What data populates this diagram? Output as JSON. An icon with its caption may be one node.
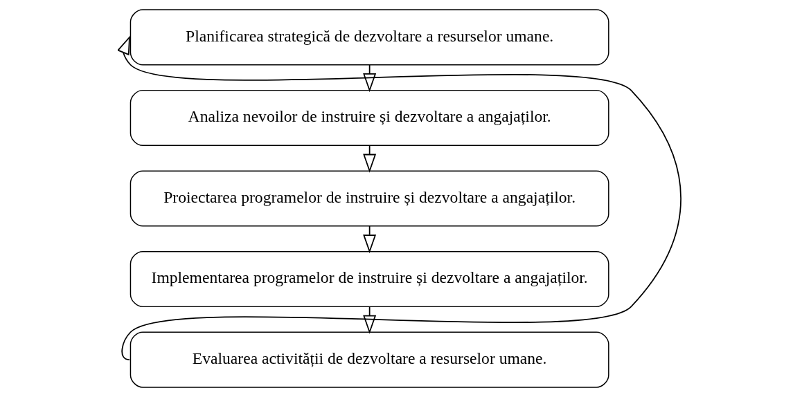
{
  "diagram": {
    "nodes": [
      {
        "text": [
          "Planificarea strategică de dezvoltare a resurselor umane."
        ]
      },
      {
        "text": [
          "Analiza nevoilor de instruire și dezvoltare a angajaților."
        ]
      },
      {
        "text": [
          "Proiectarea programelor de instruire și dezvoltare a angajaților."
        ]
      },
      {
        "text": [
          "Implementarea programelor de instruire și dezvoltare a angajaților."
        ]
      },
      {
        "text": [
          "Evaluarea activității de dezvoltare a resurselor umane."
        ]
      }
    ],
    "edges": [
      {
        "from": 0,
        "to": 1,
        "arrow": "to"
      },
      {
        "from": 1,
        "to": 2,
        "arrow": "to"
      },
      {
        "from": 2,
        "to": 3,
        "arrow": "to"
      },
      {
        "from": 3,
        "to": 4,
        "arrow": "to"
      },
      {
        "from": 4,
        "to": 0,
        "arrow": "to"
      }
    ]
  }
}
